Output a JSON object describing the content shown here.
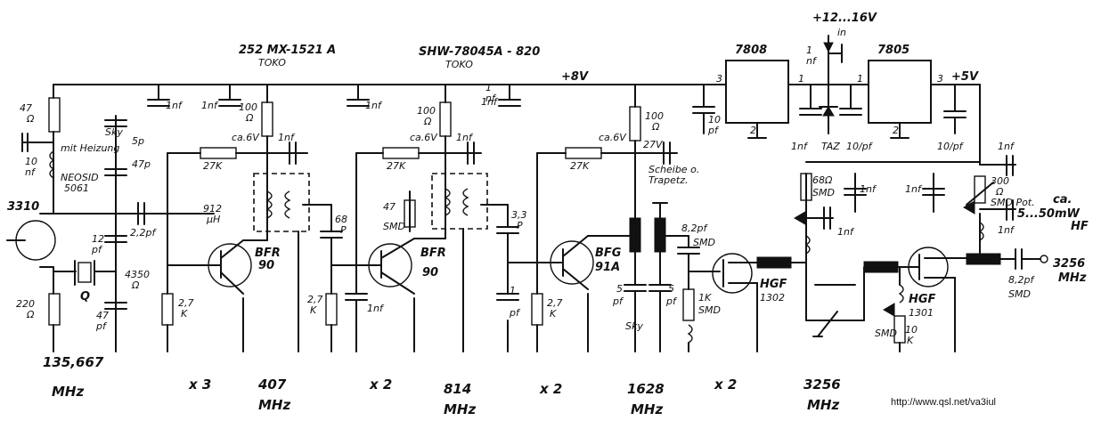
{
  "labels": {
    "coil1_part": "252 MX-1521 A",
    "coil1_maker": "TOKO",
    "coil2_part": "SHW-78045A - 820",
    "coil2_maker": "TOKO",
    "supply_in": "+12...16V",
    "supply_in_sub": "in",
    "reg1": "7808",
    "reg2": "7805",
    "rail_8v": "+8V",
    "rail_5v": "+5V",
    "q1": "3310",
    "osc_freq": "135,667",
    "osc_unit": "MHz",
    "stage1_mult": "x 3",
    "stage1_freq": "407",
    "stage2_mult": "x 2",
    "stage2_freq": "814",
    "stage3_mult": "x 2",
    "stage3_freq": "1628",
    "stage4_mult": "x 2",
    "stage4_freq": "3256",
    "freq_unit": "MHz",
    "out_freq": "3256",
    "out_unit": "MHz",
    "out_level": "ca.",
    "out_level2": "5...50mW",
    "out_level_unit": "HF",
    "t1": "BFR",
    "t1b": "90",
    "t2": "BFR",
    "t2b": "90",
    "t3": "BFG",
    "t3b": "91A",
    "t4": "HGF",
    "t4b": "1302",
    "t5": "HGF",
    "t5b": "1301",
    "r47": "47",
    "r47u": "Ω",
    "r220": "220",
    "r220u": "Ω",
    "mit_heizung": "mit Heizung",
    "neosid": "NEOSID",
    "neosid2": "5061",
    "sky": "Sky",
    "c5p": "5p",
    "c10n": "10",
    "c10nu": "nf",
    "c47p": "47p",
    "c12p": "12",
    "c12pu": "pf",
    "c47p2": "47",
    "c47p2u": "pf",
    "c22pf": "2,2pf",
    "q_label": "Q",
    "r4350": "4350",
    "r4350u": "Ω",
    "c1nf_a": "1nf",
    "c1nf_b": "1nf",
    "r100a": "100",
    "r100au": "Ω",
    "ca6v_a": "ca.6V",
    "c1nf_c": "1nf",
    "r27k_a": "27K",
    "l912": "912",
    "l912u": "μH",
    "r27k_b": "2,7",
    "r27k_bu": "K",
    "r27k_c": "2,7",
    "r27k_cu": "K",
    "c68": "68",
    "c68u": "P",
    "c1nf_d": "1nf",
    "c1nf_e": "1nf",
    "r100b": "100",
    "r100bu": "Ω",
    "ca6v_b": "ca.6V",
    "c1nf_f": "1nf",
    "r27k_d": "27K",
    "r47b": "47",
    "r47bu": "SMD",
    "c33": "3,3",
    "c33u": "P",
    "c1nf_g": "1nf",
    "r27k_e": "2,7",
    "r27k_eu": "K",
    "c1pf": "1",
    "c1pfu": "pf",
    "c1nf_h": "1",
    "c1nf_hu": "nf",
    "r100c": "100",
    "r100cu": "Ω",
    "ca6v_c": "ca.6V",
    "r27k_f": "27K",
    "c27v": "27V",
    "scheibe": "Scheibe o.",
    "trapez": "Trapetz.",
    "c82pf": "8,2pf",
    "c82pfu": "SMD",
    "c5pf": "5",
    "c5pfu": "pf",
    "c5pf2": "5",
    "c5pf2u": "pf",
    "sky2": "Sky",
    "r1k": "1K",
    "r1ku": "SMD",
    "c10pf_a": "10",
    "c10pf_au": "pf",
    "c1nf_i": "1",
    "c1nf_iu": "nf",
    "c1nf_j": "1nf",
    "tz": "TAZ",
    "c10pf_b": "10/pf",
    "c10pf_c": "10/pf",
    "r68": "68Ω",
    "r68u": "SMD",
    "c1nf_k": "1nf",
    "c1nf_l": "1nf",
    "c1nf_m": "1nf",
    "c1nf_n": "1nf",
    "r300": "300",
    "r300u": "Ω",
    "r300p": "SMD Pot.",
    "c1nf_o": "1nf",
    "c1nf_p": "1nf",
    "r10k": "10",
    "r10ku": "K",
    "smd_a": "SMD",
    "c82pf2": "8,2pf",
    "c82pf2u": "SMD",
    "n1": "1",
    "n2": "2",
    "n3": "3",
    "n4": "1",
    "n5": "2",
    "n6": "3",
    "url": "http://www.qsl.net/va3iul"
  }
}
